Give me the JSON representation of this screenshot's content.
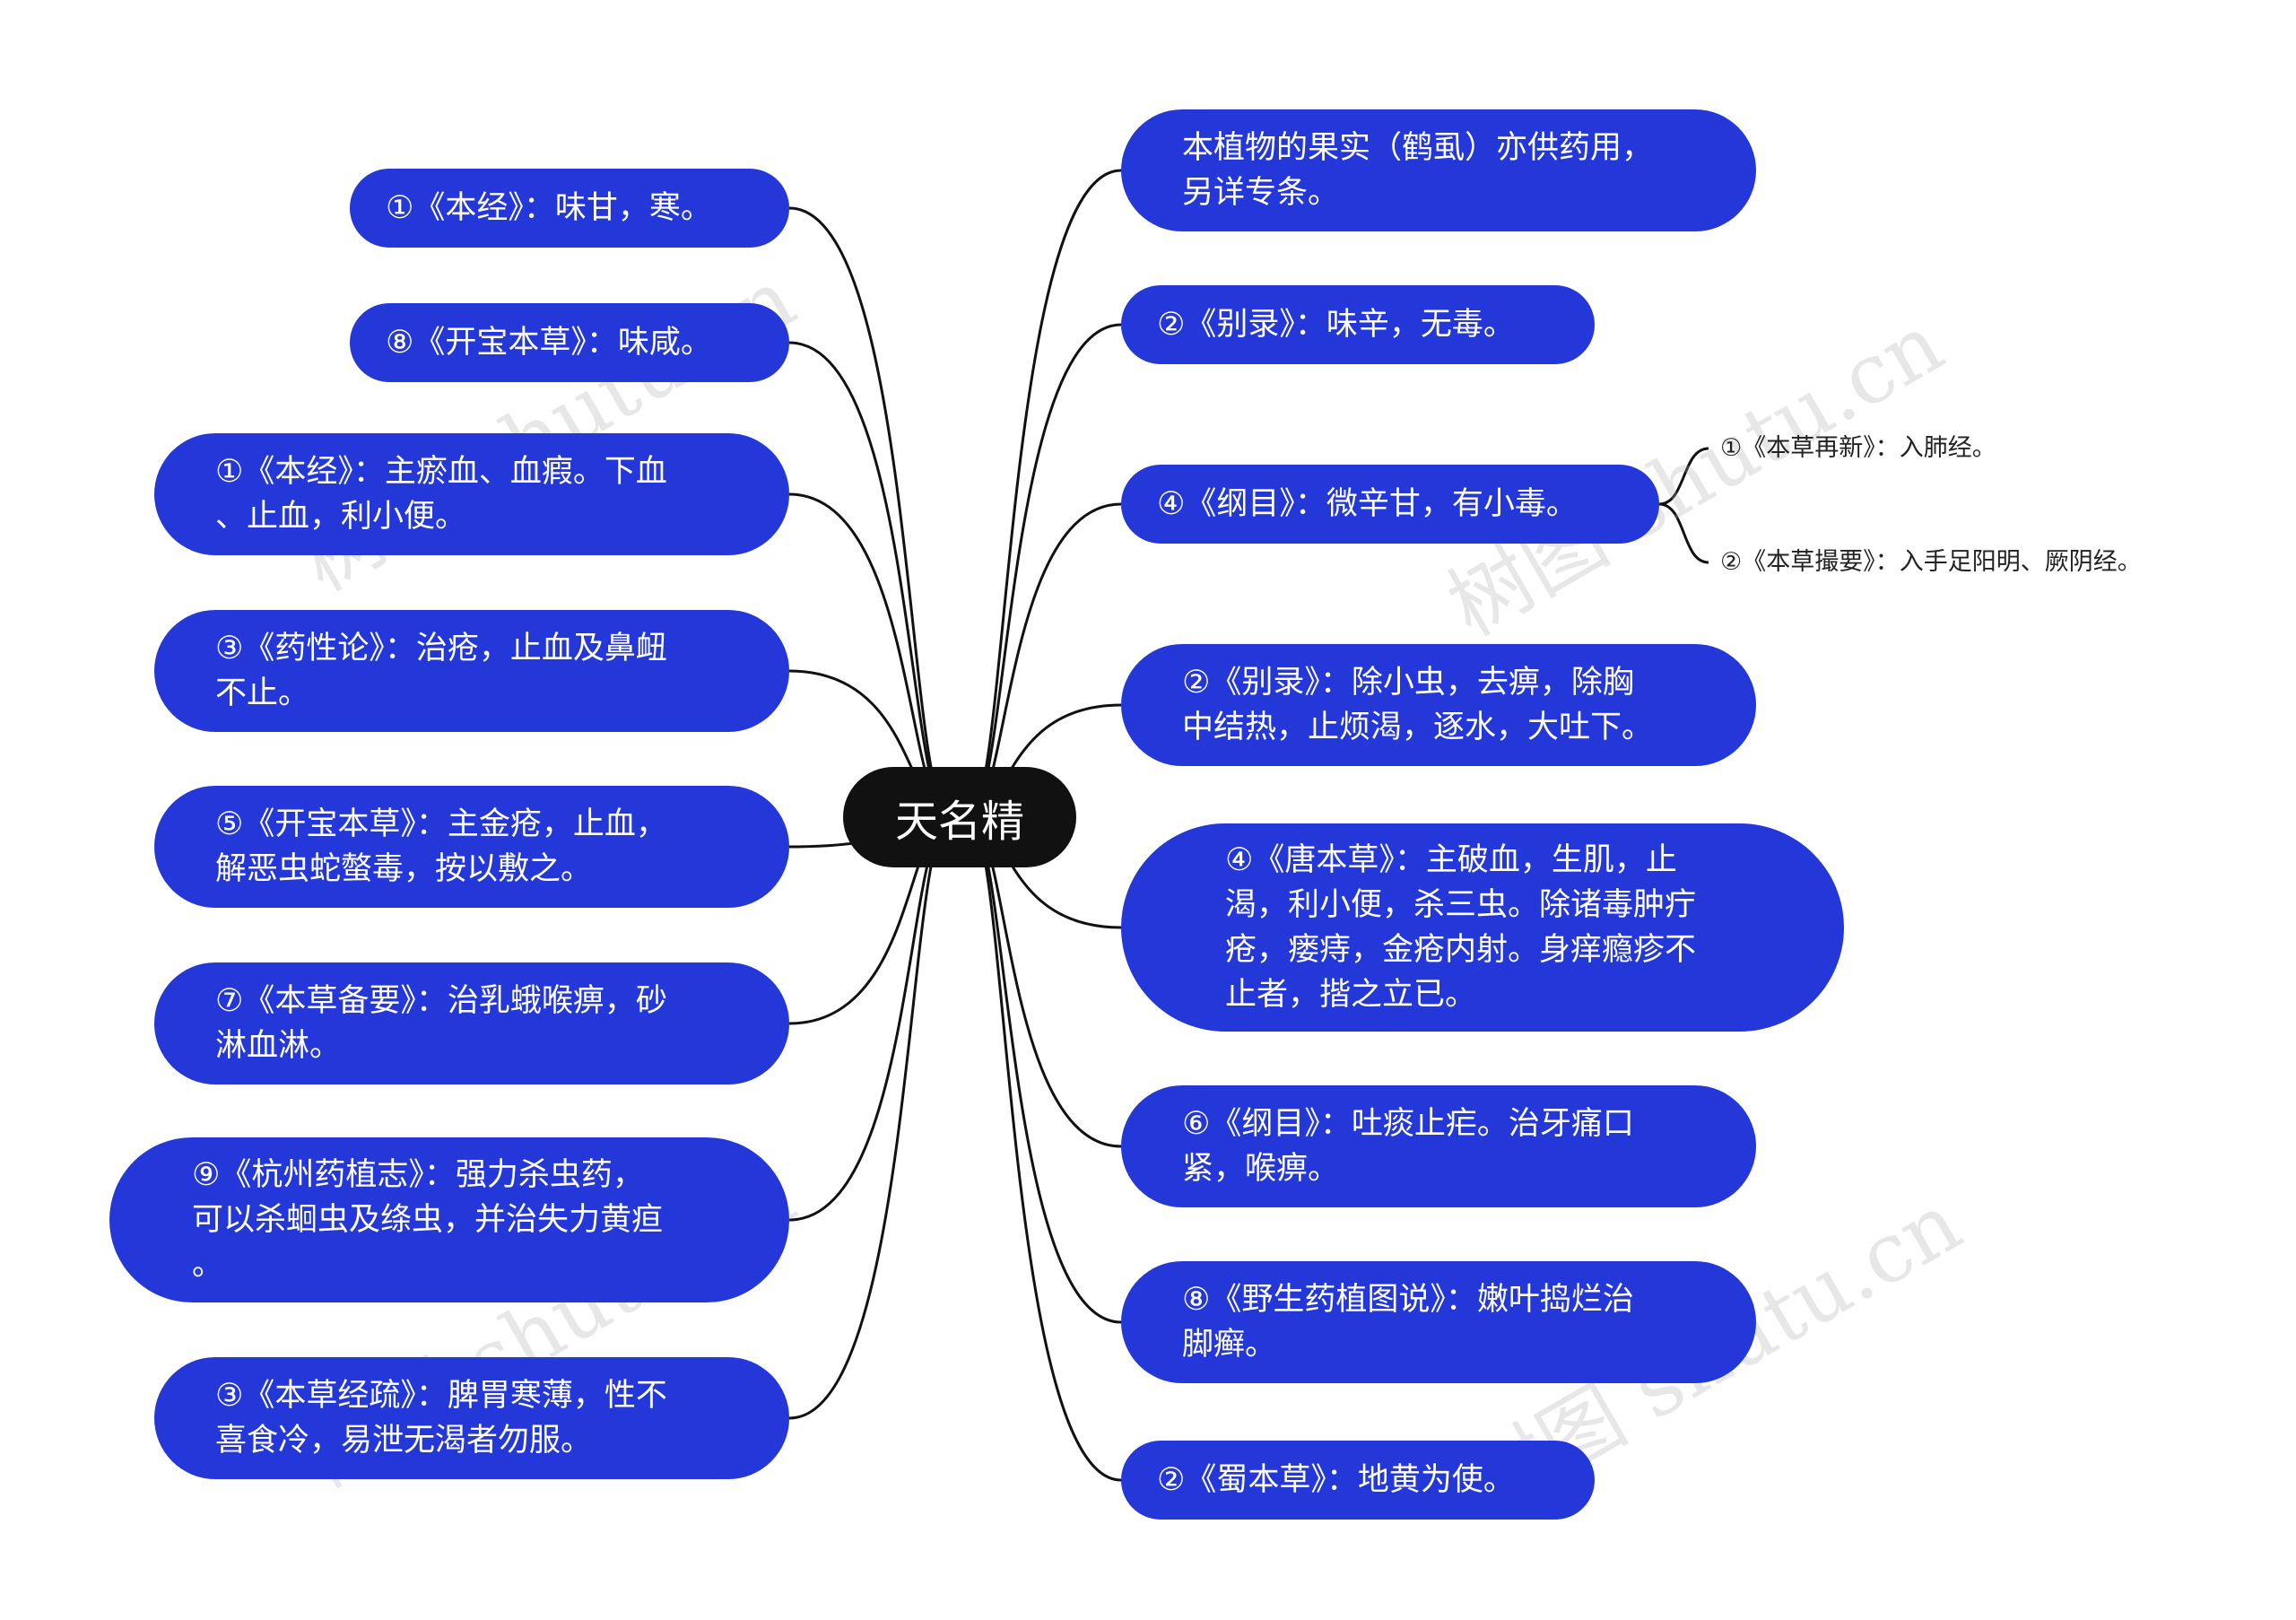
{
  "root": {
    "label": "天名精"
  },
  "left_nodes": [
    {
      "text": "①《本经》：味甘，寒。"
    },
    {
      "text": "⑧《开宝本草》：味咸。"
    },
    {
      "text": "①《本经》：主瘀血、血瘕。下血\n、止血，利小便。"
    },
    {
      "text": "③《药性论》：治疮，止血及鼻衄\n不止。"
    },
    {
      "text": "⑤《开宝本草》：主金疮，止血，\n解恶虫蛇螫毒，按以敷之。"
    },
    {
      "text": "⑦《本草备要》：治乳蛾喉痹，砂\n淋血淋。"
    },
    {
      "text": "⑨《杭州药植志》：强力杀虫药，\n可以杀蛔虫及绦虫，并治失力黄疸\n。"
    },
    {
      "text": "③《本草经疏》：脾胃寒薄，性不\n喜食冷，易泄无渴者勿服。"
    }
  ],
  "right_nodes": [
    {
      "text": "本植物的果实（鹤虱）亦供药用，\n另详专条。"
    },
    {
      "text": "②《别录》：味辛，无毒。"
    },
    {
      "text": "④《纲目》：微辛甘，有小毒。"
    },
    {
      "text": "②《别录》：除小虫，去痹，除胸\n中结热，止烦渴，逐水，大吐下。"
    },
    {
      "text": "④《唐本草》：主破血，生肌，止\n渴，利小便，杀三虫。除诸毒肿疔\n疮，瘘痔，金疮内射。身痒瘾疹不\n止者，揩之立已。"
    },
    {
      "text": "⑥《纲目》：吐痰止疟。治牙痛口\n紧，喉痹。"
    },
    {
      "text": "⑧《野生药植图说》：嫩叶捣烂治\n脚癣。"
    },
    {
      "text": "②《蜀本草》：地黄为使。"
    }
  ],
  "sub_nodes": [
    {
      "text": "①《本草再新》：入肺经。"
    },
    {
      "text": "②《本草撮要》：入手足阳明、厥阴经。"
    }
  ],
  "watermark": "树图 shutu.cn",
  "colors": {
    "node": "#2438d9",
    "root": "#111111",
    "link": "#111111"
  }
}
